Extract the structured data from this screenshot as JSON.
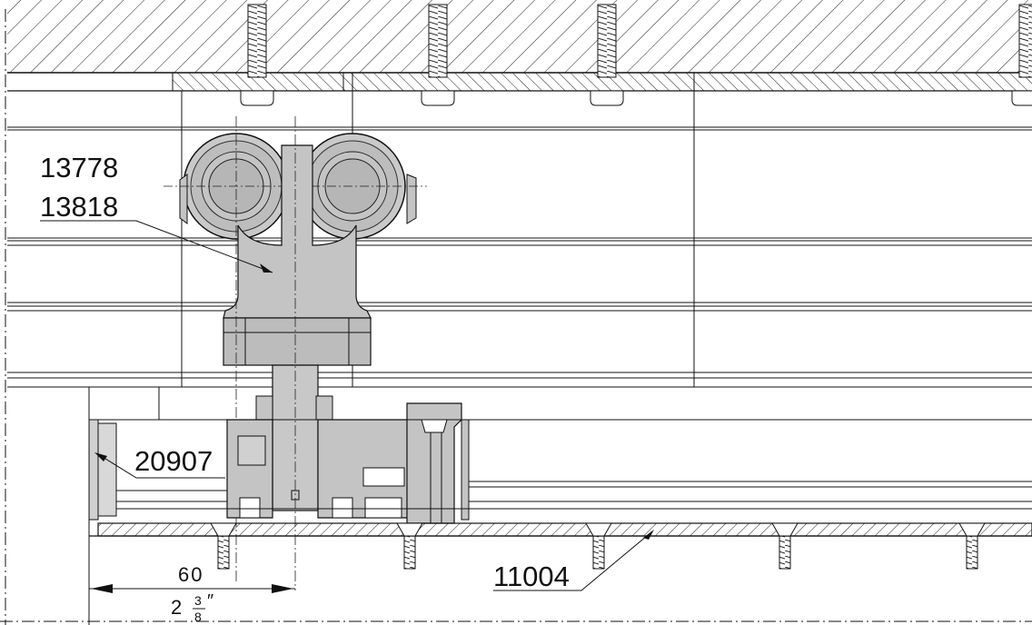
{
  "diagram": {
    "labels": {
      "part_a": "13778",
      "part_b": "13818",
      "part_c": "20907",
      "part_d": "11004"
    },
    "dimension": {
      "metric": "60",
      "imperial_whole": "2",
      "imperial_num": "3",
      "imperial_den": "8",
      "imperial_unit": "″"
    }
  }
}
